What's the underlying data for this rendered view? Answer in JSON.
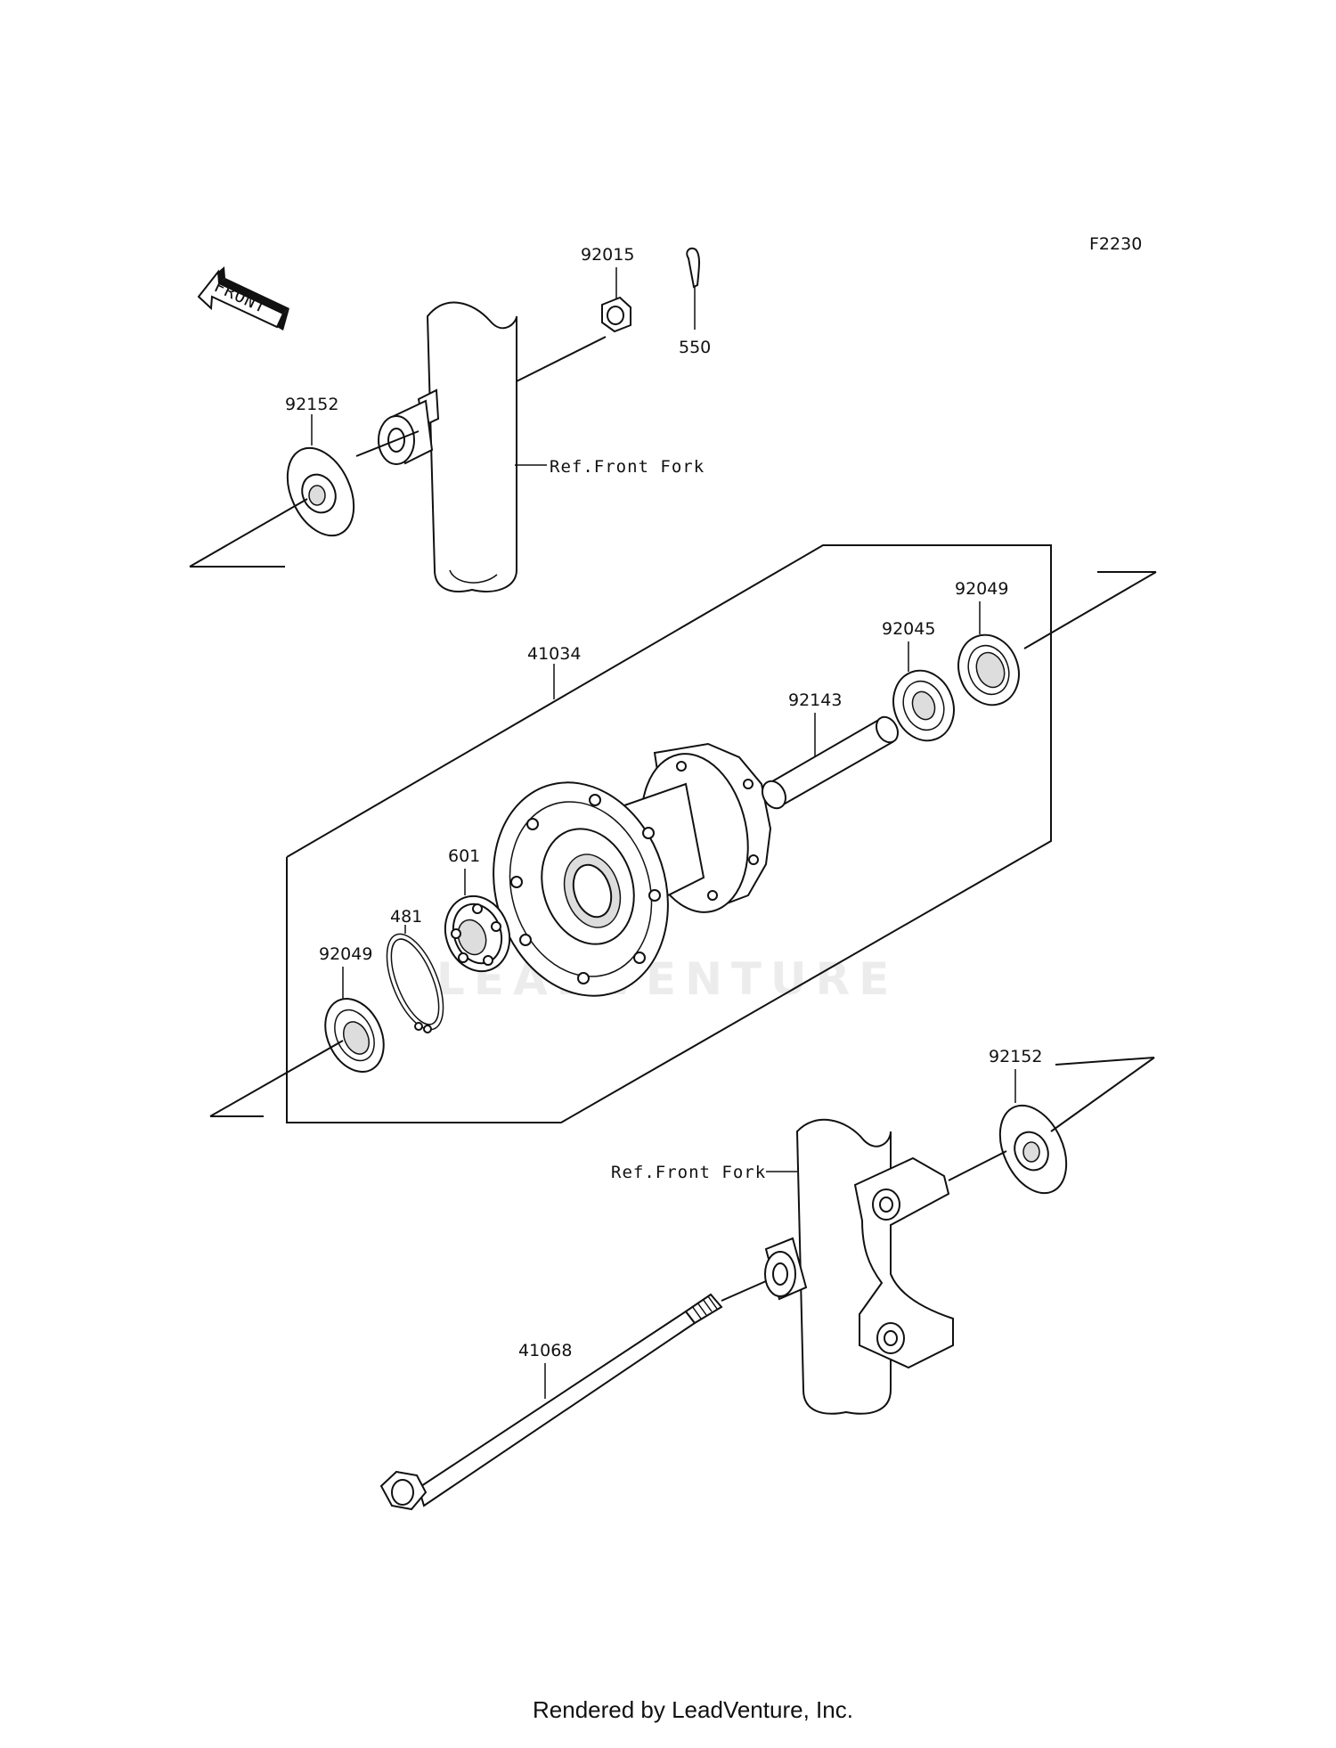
{
  "diagram_id": "F2230",
  "front_arrow_label": "FRONT",
  "parts": {
    "p92015": "92015",
    "p550": "550",
    "p92152_top": "92152",
    "p41034": "41034",
    "p92049_right": "92049",
    "p92045": "92045",
    "p92143": "92143",
    "p601": "601",
    "p481": "481",
    "p92049_left": "92049",
    "p92152_bottom": "92152",
    "p41068": "41068"
  },
  "references": {
    "front_fork_top": "Ref.Front Fork",
    "front_fork_bottom": "Ref.Front Fork"
  },
  "watermark": "LEADVENTURE",
  "footer": "Rendered by LeadVenture, Inc."
}
